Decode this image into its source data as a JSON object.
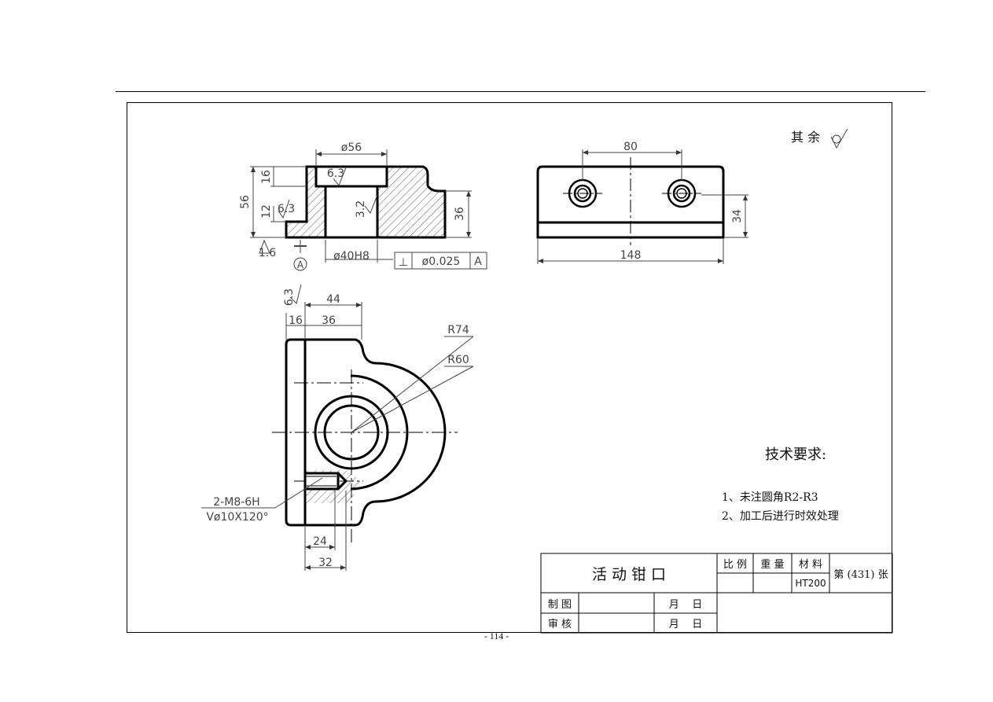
{
  "drawing": {
    "roughness_note": "其 余",
    "tech_req_title": "技术要求:",
    "tech_req": [
      "1、未注圆角R2-R3",
      "2、加工后进行时效处理"
    ],
    "page_number": "- 114 -"
  },
  "dims": {
    "d56": "ø56",
    "d40h8": "ø40H8",
    "tol_flat": "⊥",
    "tol_val": "ø0.025",
    "tol_datum": "A",
    "h56": "56",
    "h16": "16",
    "h12": "12",
    "h36": "36",
    "ra63a": "6.3",
    "ra63b": "6.3",
    "ra32": "3.2",
    "ra16": "1.6",
    "datum_a": "A",
    "w80": "80",
    "w148": "148",
    "h34": "34",
    "w44": "44",
    "w16": "16",
    "w36": "36",
    "r74": "R74",
    "r60": "R60",
    "ra63c": "6.3",
    "thread1": "2-M8-6H",
    "thread2": "Vø10X120°",
    "w24": "24",
    "w32": "32"
  },
  "title_block": {
    "part_name": "活 动 钳 口",
    "scale_label": "比 例",
    "weight_label": "重 量",
    "material_label": "材 料",
    "material_value": "HT200",
    "sheet_label": "第 (431) 张",
    "drawn_label": "制 图",
    "checked_label": "审 核",
    "month_day_1": "月    日",
    "month_day_2": "月    日"
  }
}
